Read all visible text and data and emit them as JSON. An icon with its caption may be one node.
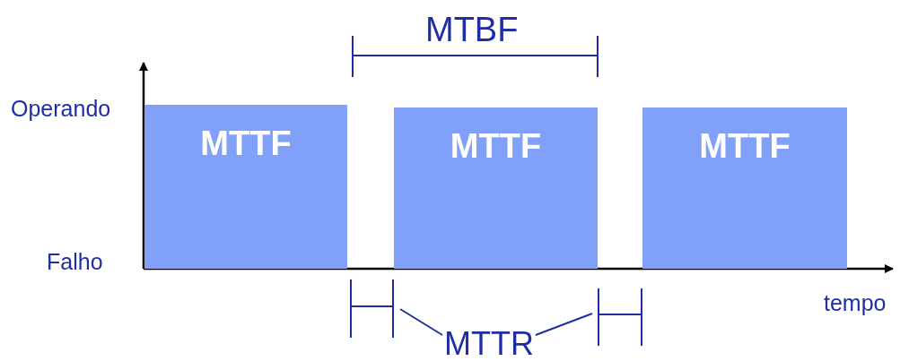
{
  "diagram": {
    "nodes": [
      {
        "text": [
          "MTTF"
        ]
      },
      {
        "text": [
          "MTTF"
        ]
      },
      {
        "text": [
          "MTTF"
        ]
      },
      {
        "text": [
          "MTTR"
        ]
      }
    ],
    "edges": [
      {
        "from": 3,
        "to": null,
        "arrow": "none"
      },
      {
        "from": 3,
        "to": null,
        "arrow": "none"
      }
    ],
    "labels": [
      "MTBF",
      "Operando",
      "Falho",
      "tempo"
    ]
  }
}
